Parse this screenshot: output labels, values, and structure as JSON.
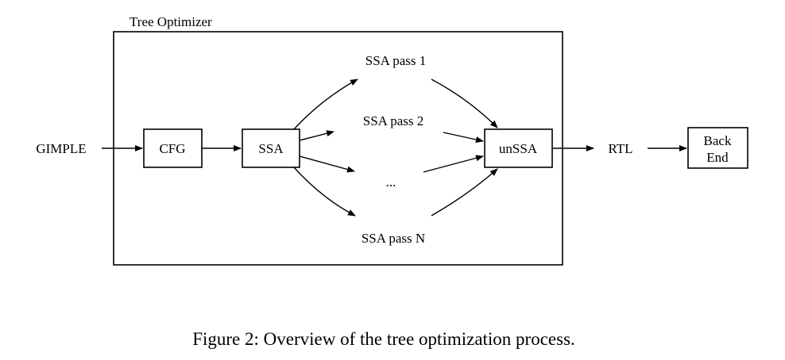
{
  "container_title": "Tree Optimizer",
  "input_label": "GIMPLE",
  "output_label": "RTL",
  "nodes": {
    "cfg": "CFG",
    "ssa": "SSA",
    "unssa": "unSSA",
    "backend_line1": "Back",
    "backend_line2": "End"
  },
  "passes": {
    "pass1": "SSA pass 1",
    "pass2": "SSA pass 2",
    "ellipsis": "...",
    "passN": "SSA pass N"
  },
  "caption": "Figure 2: Overview of the tree optimization process."
}
